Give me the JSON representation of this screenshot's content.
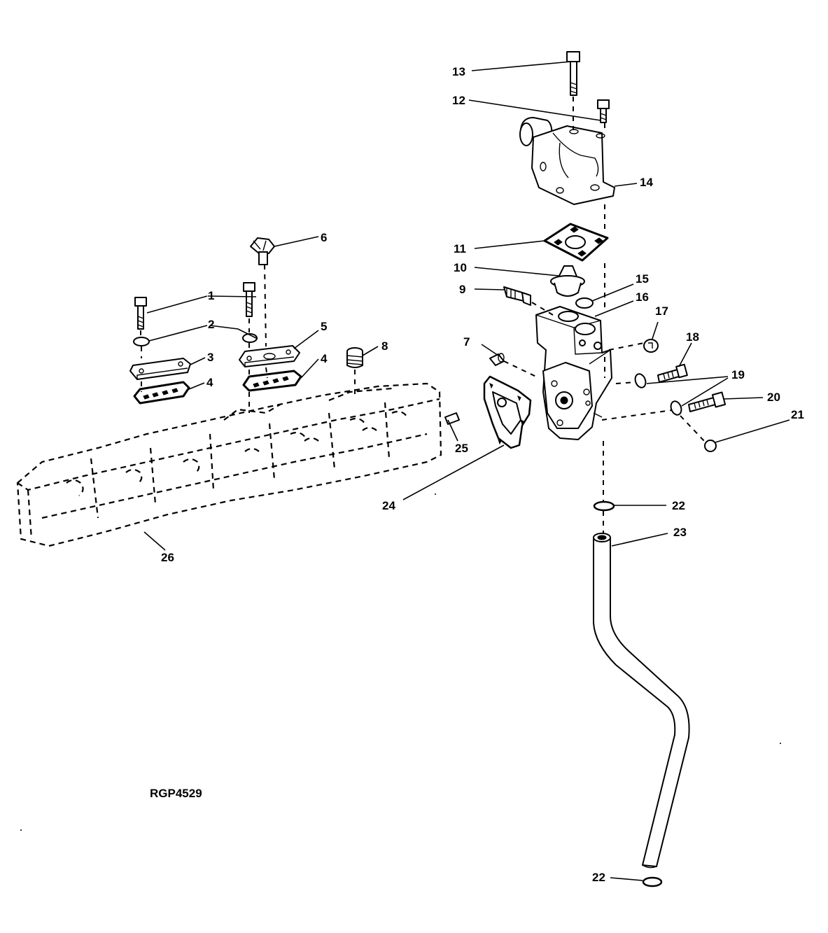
{
  "figure_id": "RGP4529",
  "callouts": [
    "1",
    "2",
    "3",
    "4",
    "4",
    "5",
    "6",
    "7",
    "8",
    "9",
    "10",
    "11",
    "12",
    "13",
    "14",
    "15",
    "16",
    "17",
    "18",
    "19",
    "20",
    "21",
    "22",
    "22",
    "23",
    "24",
    "25",
    "26"
  ]
}
